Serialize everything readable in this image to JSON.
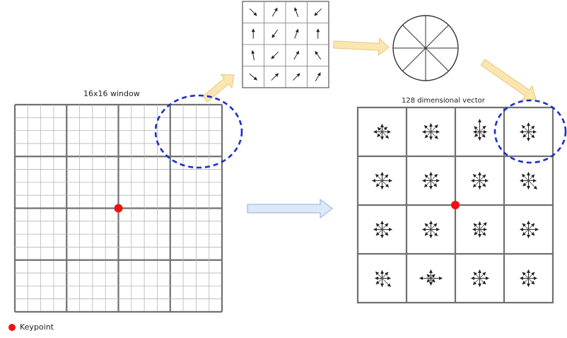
{
  "labels": {
    "window": "16x16 window",
    "vector": "128 dimensional vector",
    "legend_keypoint": "Keypoint"
  },
  "colors": {
    "keypoint": "#ee1111",
    "highlight_ellipse": "#1a2fc9",
    "yellow_arrow_fill": "#fbe6b0",
    "yellow_arrow_stroke": "#e9c57d",
    "blue_arrow_fill": "#dbe9f9",
    "blue_arrow_stroke": "#8fb0d6",
    "grid_major": "#707070",
    "grid_minor": "#b5b5b5"
  },
  "icons": {
    "gradient_arrows": "gradient-orientation-arrows",
    "histogram_arrows": "orientation-histogram-star"
  }
}
